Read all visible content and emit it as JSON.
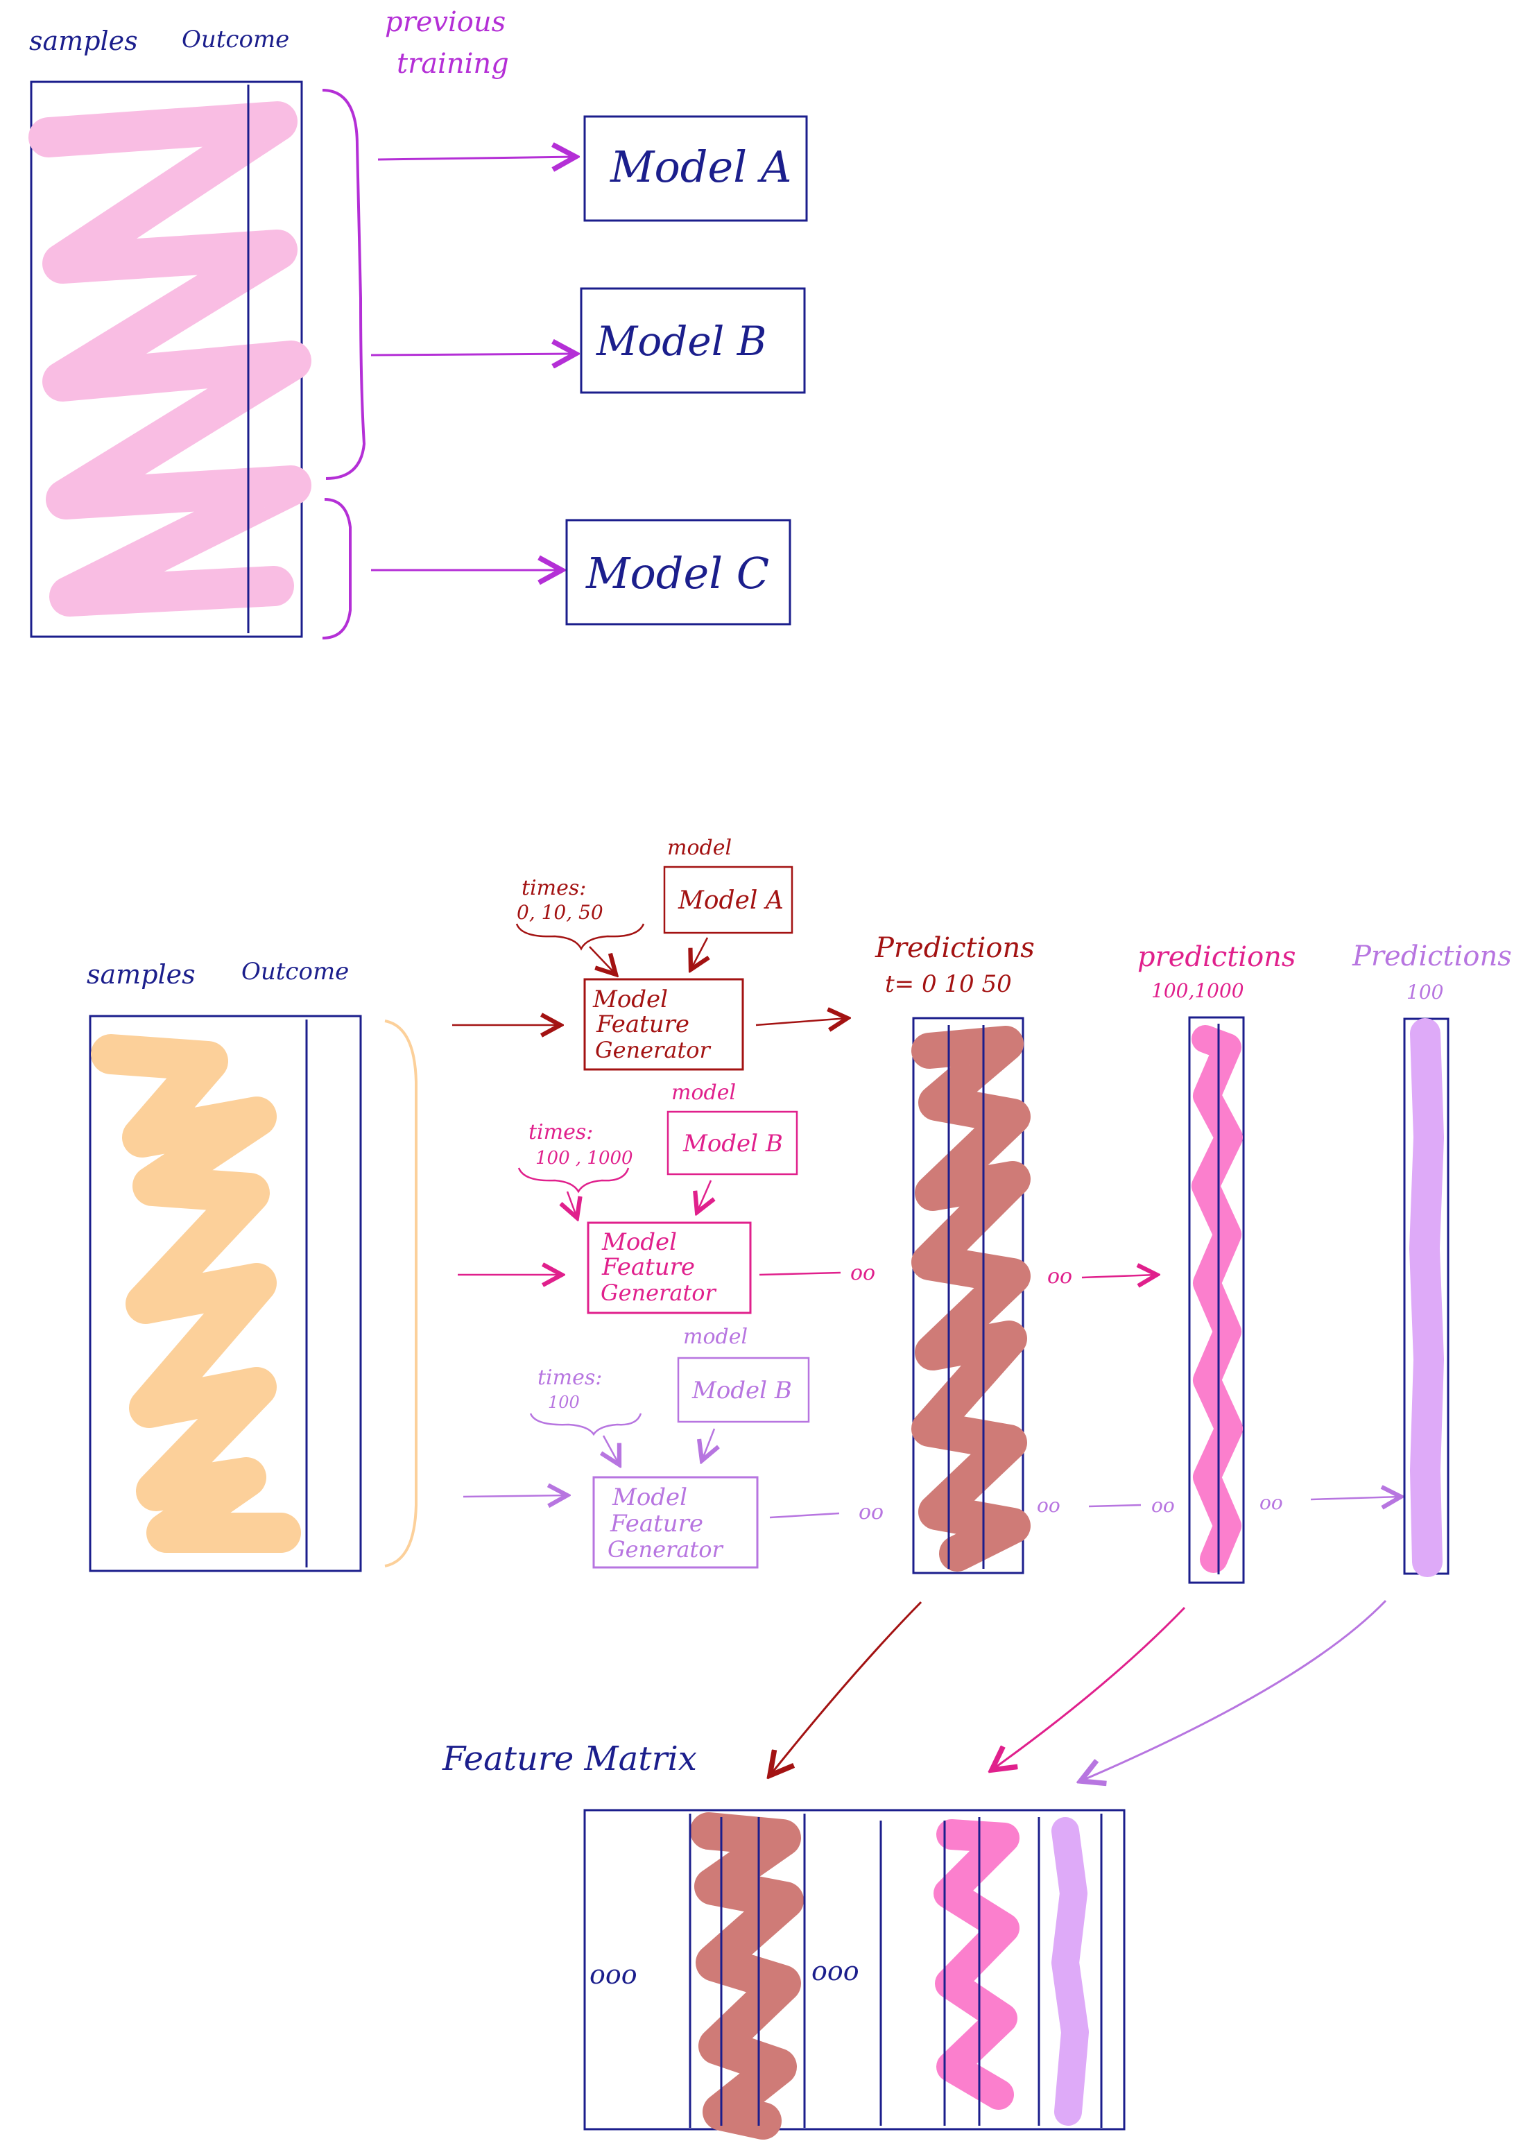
{
  "colors": {
    "navy": "#1b1e8c",
    "purple": "#b42fd6",
    "pink_scribble": "#f9bde3",
    "orange_scribble": "#fcd09a",
    "dark_red": "#a31212",
    "magenta": "#e0208c",
    "lavender": "#b775e0",
    "pred_brown": "#cf7b77",
    "pred_pink": "#fb7fcd",
    "pred_lavender": "#deaaf8"
  },
  "top": {
    "samples_label": "samples",
    "outcome_label": "Outcome",
    "previous_training_line1": "previous",
    "previous_training_line2": "training",
    "model_a": "Model A",
    "model_b": "Model B",
    "model_c": "Model C"
  },
  "bottom": {
    "samples_label": "samples",
    "outcome_label": "Outcome",
    "gen_a": {
      "model_label": "model",
      "model_name": "Model A",
      "times_label": "times:",
      "times_values": "0, 10, 50",
      "generator_line1": "Model",
      "generator_line2": "Feature",
      "generator_line3": "Generator"
    },
    "gen_b": {
      "model_label": "model",
      "model_name": "Model B",
      "times_label": "times:",
      "times_values": "100 , 1000",
      "generator_line1": "Model",
      "generator_line2": "Feature",
      "generator_line3": "Generator"
    },
    "gen_c": {
      "model_label": "model",
      "model_name": "Model B",
      "times_label": "times:",
      "times_values": "100",
      "generator_line1": "Model",
      "generator_line2": "Feature",
      "generator_line3": "Generator"
    },
    "pred_1_title": "Predictions",
    "pred_1_times": "t= 0 10 50",
    "pred_2_title": "predictions",
    "pred_2_times": "100,1000",
    "pred_3_title": "Predictions",
    "pred_3_times": "100",
    "ellipsis": "oo",
    "feature_matrix_title": "Feature Matrix",
    "matrix_ellipsis": "ooo"
  }
}
